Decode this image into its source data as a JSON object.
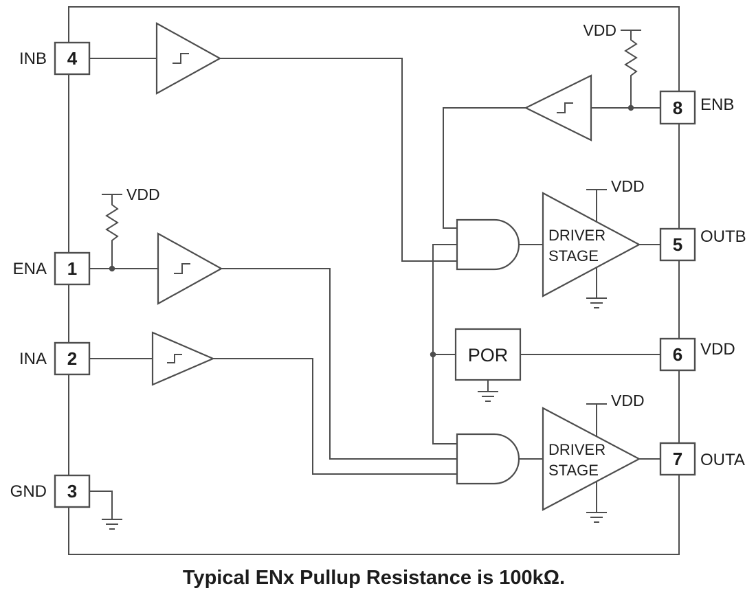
{
  "caption": "Typical ENx Pullup Resistance is 100kΩ.",
  "pins": {
    "inb": {
      "number": "4",
      "name": "INB"
    },
    "ena": {
      "number": "1",
      "name": "ENA"
    },
    "ina": {
      "number": "2",
      "name": "INA"
    },
    "gnd": {
      "number": "3",
      "name": "GND"
    },
    "enb": {
      "number": "8",
      "name": "ENB"
    },
    "outb": {
      "number": "5",
      "name": "OUTB"
    },
    "vdd": {
      "number": "6",
      "name": "VDD"
    },
    "outa": {
      "number": "7",
      "name": "OUTA"
    }
  },
  "blocks": {
    "por": "POR",
    "driver_stage": {
      "line1": "DRIVER",
      "line2": "STAGE"
    }
  },
  "net_labels": {
    "vdd": "VDD"
  },
  "icons": {
    "schmitt_hysteresis": "hysteresis-icon",
    "ground": "ground-icon",
    "resistor": "resistor-icon"
  },
  "colors": {
    "line": "#4d4d4d",
    "text": "#1c1c1c",
    "background": "#ffffff"
  }
}
